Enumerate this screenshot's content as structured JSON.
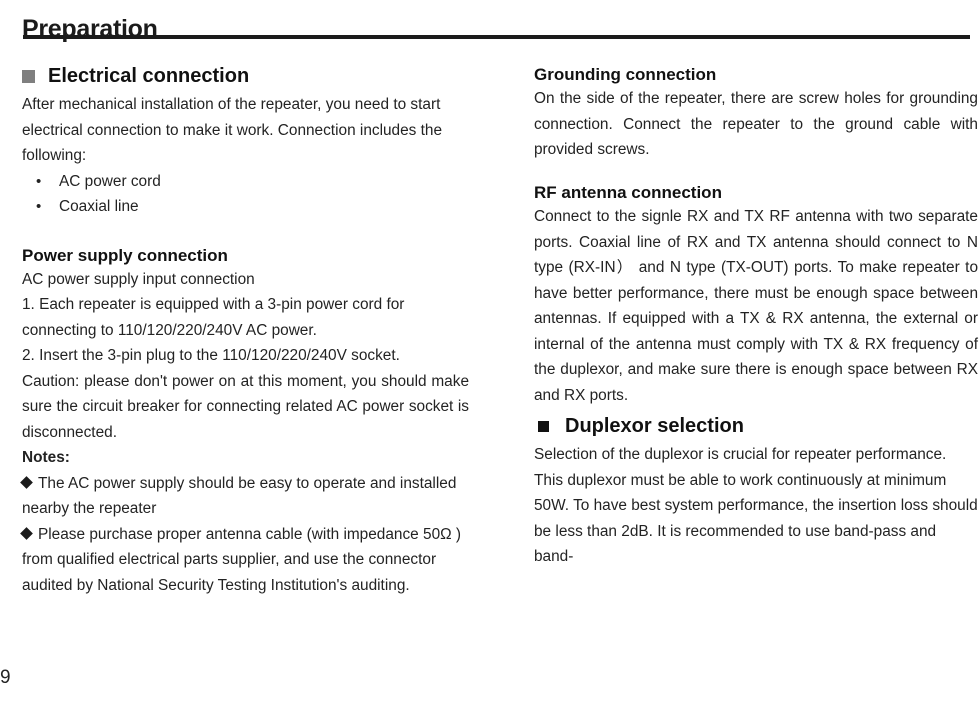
{
  "document": {
    "title": "Preparation",
    "page_number": "9"
  },
  "left_column": {
    "section1": {
      "bullet_icon": "gray-square-bullet",
      "heading": "Electrical connection",
      "paragraph": "After mechanical installation of the repeater, you need to start electrical connection to make it work. Connection includes the following:",
      "list": [
        "AC power cord",
        "Coaxial line"
      ]
    },
    "section2": {
      "heading": "Power supply connection",
      "intro": "AC power supply input connection",
      "step1": "1. Each repeater is equipped with a 3-pin power cord for connecting to 110/120/220/240V AC power.",
      "step2": "2. Insert the 3-pin plug to the 110/120/220/240V socket.",
      "caution": "Caution: please don't power on at this moment, you should make sure the circuit breaker for connecting related AC power socket is disconnected.",
      "notes_label": "Notes:",
      "notes": [
        "The AC power supply should be easy to operate and installed nearby the repeater",
        "Please purchase proper antenna cable (with impedance 50Ω ) from qualified electrical parts supplier, and use the connector audited by National Security Testing Institution's auditing."
      ]
    }
  },
  "right_column": {
    "section1": {
      "heading": "Grounding connection",
      "paragraph": "On the side of the repeater, there are screw holes for grounding connection. Connect the repeater to the ground cable with provided screws."
    },
    "section2": {
      "heading": "RF antenna connection",
      "paragraph": "Connect to the signle RX and TX RF antenna with two separate ports. Coaxial line of RX and TX antenna should connect to N type (RX-IN） and N type (TX-OUT) ports. To make repeater to have better performance, there must be enough space between antennas. If equipped with a TX & RX antenna, the external or internal of the antenna must comply with TX & RX frequency of the duplexor, and make sure there is enough space between RX and RX ports."
    },
    "section3": {
      "bullet_icon": "black-square-bullet",
      "heading": "Duplexor selection",
      "paragraph": "Selection of the duplexor is crucial for repeater performance. This duplexor must be able to work continuously at minimum 50W. To have best system performance, the insertion loss should be less than 2dB. It is recommended to use band-pass and band-"
    }
  }
}
